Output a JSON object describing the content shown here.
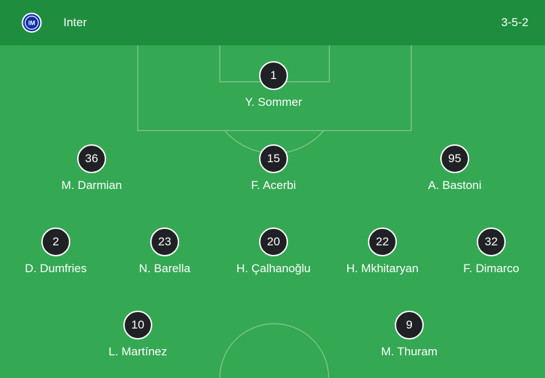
{
  "header": {
    "team_name": "Inter",
    "formation": "3-5-2",
    "logo_icon": "inter-crest-icon"
  },
  "colors": {
    "header_bg": "#1e8e3e",
    "pitch_bg": "#34a853",
    "player_circle": "#202124",
    "lines": "#7cc38a"
  },
  "players": [
    {
      "number": "1",
      "name": "Y. Sommer"
    },
    {
      "number": "36",
      "name": "M. Darmian"
    },
    {
      "number": "15",
      "name": "F. Acerbi"
    },
    {
      "number": "95",
      "name": "A. Bastoni"
    },
    {
      "number": "2",
      "name": "D. Dumfries"
    },
    {
      "number": "23",
      "name": "N. Barella"
    },
    {
      "number": "20",
      "name": "H. Çalhanoğlu"
    },
    {
      "number": "22",
      "name": "H. Mkhitaryan"
    },
    {
      "number": "32",
      "name": "F. Dimarco"
    },
    {
      "number": "10",
      "name": "L. Martínez"
    },
    {
      "number": "9",
      "name": "M. Thuram"
    }
  ]
}
